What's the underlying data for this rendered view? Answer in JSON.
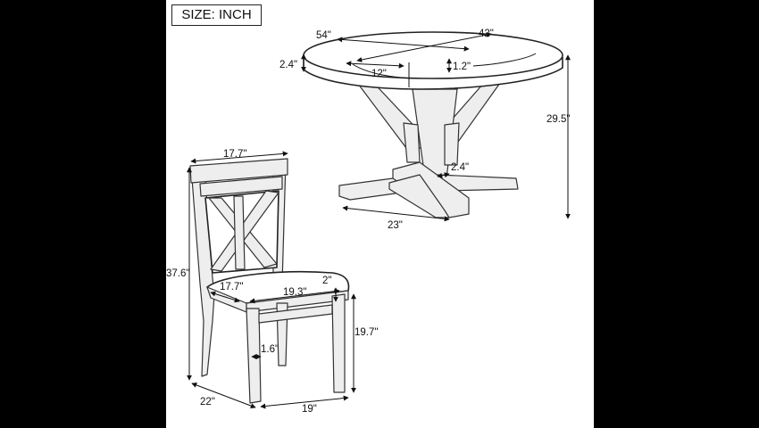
{
  "size_label": "SIZE: INCH",
  "table": {
    "length": "54\"",
    "width": "42\"",
    "top_thickness": "2.4\"",
    "leaf": "12\"",
    "apron": "1.2\"",
    "height": "29.5\"",
    "leg_thickness": "2.4\"",
    "base": "23\""
  },
  "chair": {
    "back_width": "17.7\"",
    "total_height": "37.6\"",
    "seat_depth": "17.7\"",
    "seat_width": "19.3\"",
    "seat_thickness": "2\"",
    "seat_height": "19.7\"",
    "leg": "1.6\"",
    "depth": "22\"",
    "width": "19\""
  }
}
